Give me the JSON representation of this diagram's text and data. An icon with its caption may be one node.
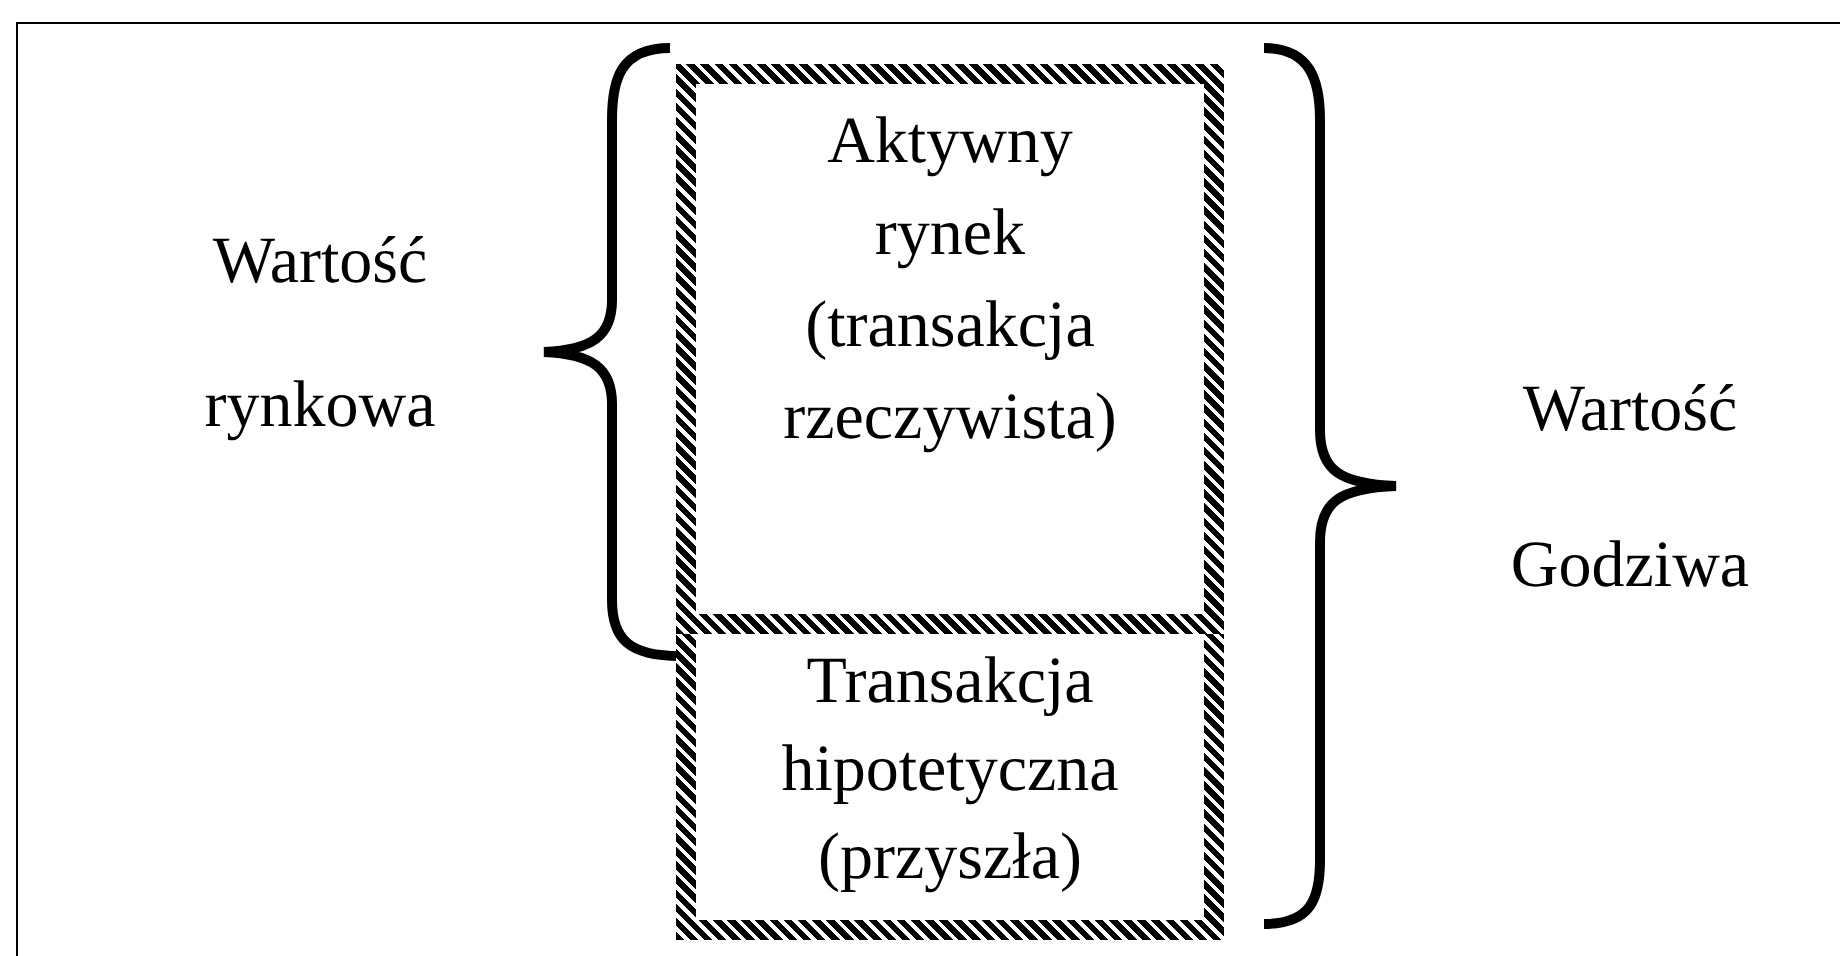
{
  "diagram": {
    "nodes": [
      {
        "text": [
          "Aktywny rynek (transakcja rzeczywista)"
        ]
      },
      {
        "text": [
          "Transakcja hipotetyczna (przyszła)"
        ]
      }
    ],
    "labels": [
      "Wartość rynkowa",
      "Wartość Godziwa"
    ]
  }
}
